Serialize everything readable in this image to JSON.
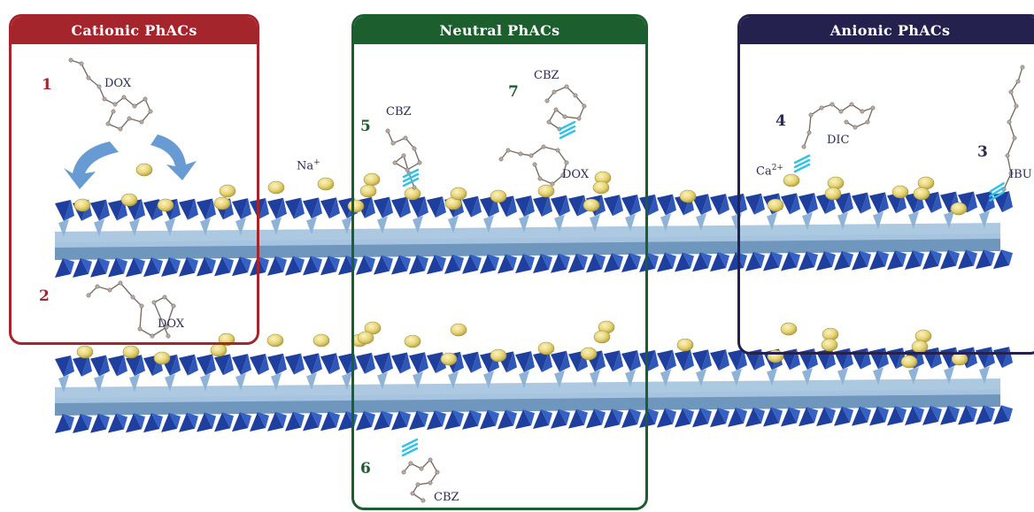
{
  "panels": {
    "cationic": {
      "title": "Cationic PhACs",
      "color": "#a5252c"
    },
    "neutral": {
      "title": "Neutral PhACs",
      "color": "#1d5e2f"
    },
    "anionic": {
      "title": "Anionic PhACs",
      "color": "#25214f"
    }
  },
  "molecules": {
    "m1": {
      "number": "1",
      "label": "DOX"
    },
    "m2": {
      "number": "2",
      "label": "DOX"
    },
    "m3": {
      "number": "3",
      "label": "IBU"
    },
    "m4": {
      "number": "4",
      "label": "DIC"
    },
    "m5": {
      "number": "5",
      "label": "CBZ"
    },
    "m6": {
      "number": "6",
      "label": "CBZ"
    },
    "m7": {
      "number": "7",
      "label_top": "CBZ",
      "label_bottom": "DOX"
    }
  },
  "ions": {
    "sodium": {
      "symbol": "Na",
      "charge": "+"
    },
    "calcium": {
      "symbol": "Ca",
      "charge": "2+"
    }
  },
  "colors": {
    "tetra_dark": "#1f3f9e",
    "tetra_light": "#8fb3d6",
    "octa_top": "#a9c6e0",
    "octa_side": "#6f96bd",
    "cation_fill": "#e5d67a",
    "bond_cyan": "#2ec3e8",
    "arrow_blue": "#5b93cf"
  }
}
